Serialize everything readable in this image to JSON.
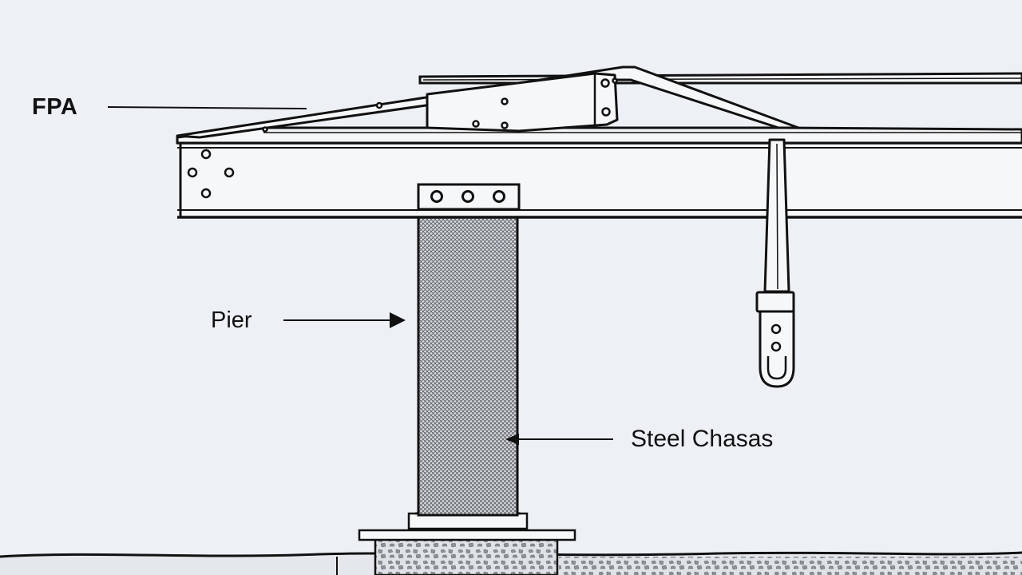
{
  "diagram": {
    "labels": {
      "fpa": "FPA",
      "pier": "Pier",
      "steel_chassis": "Steel Chasas"
    }
  },
  "colors": {
    "background": "#edf0f5",
    "ink": "#111111",
    "fill_white": "#f6f7f9",
    "pier_fill": "#c9cdd2",
    "ground_fill": "#d7dade"
  }
}
